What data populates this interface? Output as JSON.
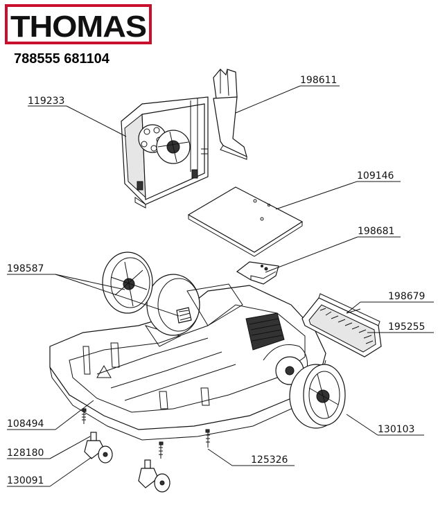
{
  "brand": {
    "logo_text": "THOMAS",
    "frame_color": "#c8102e"
  },
  "model_numbers": "788555 681104",
  "parts": [
    {
      "id": "part-119233",
      "number": "119233",
      "name": "motor-housing"
    },
    {
      "id": "part-198611",
      "number": "198611",
      "name": "bracket"
    },
    {
      "id": "part-109146",
      "number": "109146",
      "name": "plate"
    },
    {
      "id": "part-198681",
      "number": "198681",
      "name": "clip"
    },
    {
      "id": "part-198587",
      "number": "198587",
      "name": "rear-wheel"
    },
    {
      "id": "part-198679",
      "number": "198679",
      "name": "exhaust-grille"
    },
    {
      "id": "part-195255",
      "number": "195255",
      "name": "grille-filter"
    },
    {
      "id": "part-108494",
      "number": "108494",
      "name": "chassis"
    },
    {
      "id": "part-128180",
      "number": "128180",
      "name": "screw"
    },
    {
      "id": "part-130091",
      "number": "130091",
      "name": "caster"
    },
    {
      "id": "part-125326",
      "number": "125326",
      "name": "screw"
    },
    {
      "id": "part-130103",
      "number": "130103",
      "name": "main-wheel"
    }
  ]
}
